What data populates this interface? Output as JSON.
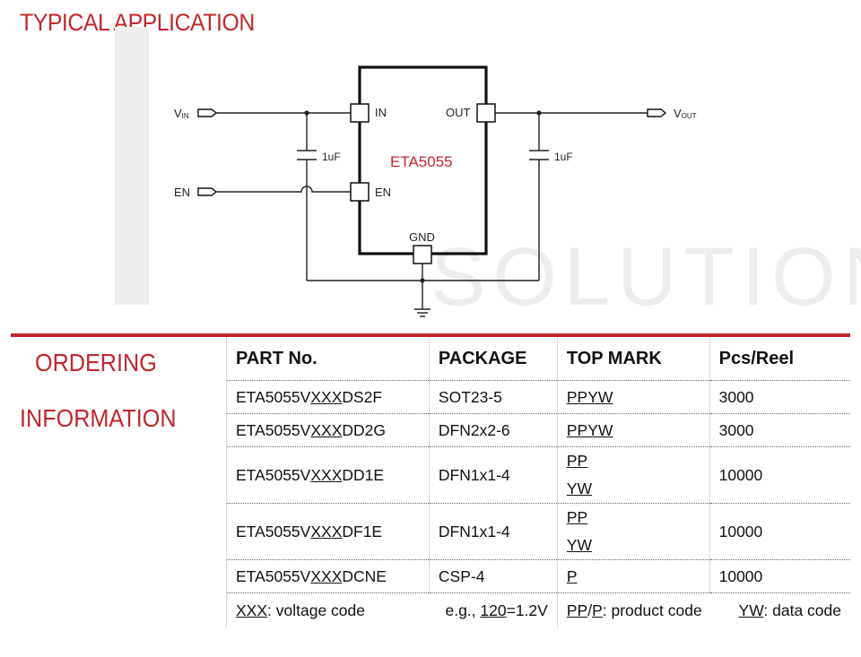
{
  "typical_application": {
    "title": "TYPICAL APPLICATION",
    "chip_name": "ETA5055",
    "pins": {
      "in": "IN",
      "out": "OUT",
      "en": "EN",
      "gnd": "GND"
    },
    "vin_label_main": "V",
    "vin_label_sub": "IN",
    "vout_label_main": "V",
    "vout_label_sub": "OUT",
    "en_label": "EN",
    "cap_in_label": "1uF",
    "cap_out_label": "1uF"
  },
  "ordering": {
    "label_line1": "ORDERING",
    "label_line2": "INFORMATION",
    "headers": [
      "PART No.",
      "PACKAGE",
      "TOP MARK",
      "Pcs/Reel"
    ],
    "rows": [
      {
        "part_prefix": "ETA5055V",
        "part_code": "XXX",
        "part_suffix": "DS2F",
        "package": "SOT23-5",
        "mark1": "PPYW",
        "mark2": "",
        "reel": "3000"
      },
      {
        "part_prefix": "ETA5055V",
        "part_code": "XXX",
        "part_suffix": "DD2G",
        "package": "DFN2x2-6",
        "mark1": "PPYW",
        "mark2": "",
        "reel": "3000"
      },
      {
        "part_prefix": "ETA5055V",
        "part_code": "XXX",
        "part_suffix": "DD1E",
        "package": "DFN1x1-4",
        "mark1": "PP",
        "mark2": "YW",
        "reel": "10000"
      },
      {
        "part_prefix": "ETA5055V",
        "part_code": "XXX",
        "part_suffix": "DF1E",
        "package": "DFN1x1-4",
        "mark1": "PP",
        "mark2": "YW",
        "reel": "10000"
      },
      {
        "part_prefix": "ETA5055V",
        "part_code": "XXX",
        "part_suffix": "DCNE",
        "package": "CSP-4",
        "mark1": "P",
        "mark2": "",
        "reel": "10000"
      }
    ],
    "footnote": {
      "xxx": "XXX",
      "xxx_desc": ": voltage code",
      "eg_prefix": "e.g., ",
      "eg_code": "120",
      "eg_value": "=1.2V",
      "pp": "PP",
      "slash": "/",
      "p": "P",
      "pp_desc": ": product code",
      "yw": "YW",
      "yw_desc": ": data code"
    }
  },
  "watermark": {
    "text": "SOLUTIONS",
    "color": "#ededed"
  },
  "colors": {
    "accent": "#c0272d"
  }
}
